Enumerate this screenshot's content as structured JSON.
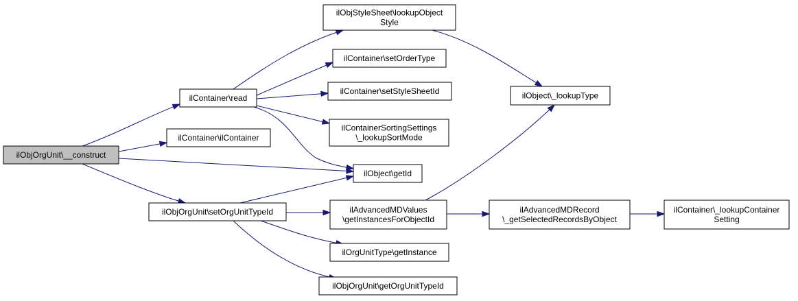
{
  "graph": {
    "kind": "call-graph",
    "colors": {
      "edge": "#191970",
      "node_fill": "#ffffff",
      "root_fill": "#bfbfbf",
      "border": "#000000"
    },
    "nodes": [
      {
        "id": "construct",
        "root": true,
        "lines": [
          "ilObjOrgUnit\\__construct"
        ]
      },
      {
        "id": "read",
        "lines": [
          "ilContainer\\read"
        ]
      },
      {
        "id": "ilcontainer",
        "lines": [
          "ilContainer\\ilContainer"
        ]
      },
      {
        "id": "setorgunittypeid",
        "lines": [
          "ilObjOrgUnit\\setOrgUnitTypeId"
        ]
      },
      {
        "id": "lookupobjectstyle",
        "lines": [
          "ilObjStyleSheet\\lookupObject",
          "Style"
        ]
      },
      {
        "id": "setordertype",
        "lines": [
          "ilContainer\\setOrderType"
        ]
      },
      {
        "id": "setstylesheetid",
        "lines": [
          "ilContainer\\setStyleSheetId"
        ]
      },
      {
        "id": "lookupsortmode",
        "lines": [
          "ilContainerSortingSettings",
          "\\_lookupSortMode"
        ]
      },
      {
        "id": "getid",
        "lines": [
          "ilObject\\getId"
        ]
      },
      {
        "id": "getinstancesforobjectid",
        "lines": [
          "ilAdvancedMDValues",
          "\\getInstancesForObjectId"
        ]
      },
      {
        "id": "getinstance",
        "lines": [
          "ilOrgUnitType\\getInstance"
        ]
      },
      {
        "id": "getorgunittypeid",
        "lines": [
          "ilObjOrgUnit\\getOrgUnitTypeId"
        ]
      },
      {
        "id": "lookuptype",
        "lines": [
          "ilObject\\_lookupType"
        ]
      },
      {
        "id": "getselectedrecordsbyobject",
        "lines": [
          "ilAdvancedMDRecord",
          "\\_getSelectedRecordsByObject"
        ]
      },
      {
        "id": "lookupcontainersetting",
        "lines": [
          "ilContainer\\_lookupContainer",
          "Setting"
        ]
      }
    ],
    "edges": [
      {
        "from": "construct",
        "to": "read"
      },
      {
        "from": "construct",
        "to": "ilcontainer"
      },
      {
        "from": "construct",
        "to": "getid"
      },
      {
        "from": "construct",
        "to": "setorgunittypeid"
      },
      {
        "from": "read",
        "to": "lookupobjectstyle"
      },
      {
        "from": "read",
        "to": "setordertype"
      },
      {
        "from": "read",
        "to": "setstylesheetid"
      },
      {
        "from": "read",
        "to": "lookupsortmode"
      },
      {
        "from": "read",
        "to": "getid"
      },
      {
        "from": "lookupobjectstyle",
        "to": "lookuptype"
      },
      {
        "from": "setorgunittypeid",
        "to": "getid"
      },
      {
        "from": "setorgunittypeid",
        "to": "getinstancesforobjectid"
      },
      {
        "from": "setorgunittypeid",
        "to": "getinstance"
      },
      {
        "from": "setorgunittypeid",
        "to": "getorgunittypeid"
      },
      {
        "from": "getinstancesforobjectid",
        "to": "lookuptype"
      },
      {
        "from": "getinstancesforobjectid",
        "to": "getselectedrecordsbyobject"
      },
      {
        "from": "getselectedrecordsbyobject",
        "to": "lookupcontainersetting"
      }
    ]
  }
}
